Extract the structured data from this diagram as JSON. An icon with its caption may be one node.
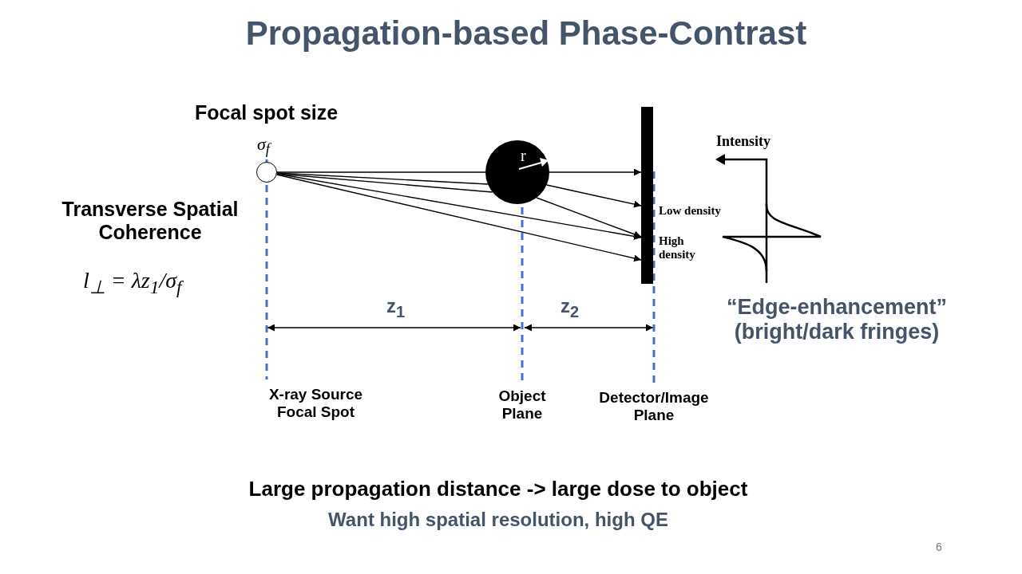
{
  "diagram": {
    "title": "Propagation-based Phase-Contrast",
    "nodes": [
      {
        "text": [],
        "shape": "circle",
        "beside": [
          "σ$_{f}$"
        ]
      },
      {
        "text": [
          "r"
        ]
      },
      {
        "text": [],
        "shape": "bar",
        "beside": [
          "Low density",
          "High density"
        ]
      },
      {
        "text": [
          "X-ray Source Focal Spot"
        ]
      },
      {
        "text": [
          "Object Plane"
        ]
      },
      {
        "text": [
          "Detector/Image Plane"
        ]
      }
    ],
    "edges": [
      {
        "from": 0,
        "to": 1,
        "arrow": "none"
      },
      {
        "from": 0,
        "to": 1,
        "arrow": "none"
      },
      {
        "from": 0,
        "to": 1,
        "arrow": "none"
      },
      {
        "from": 1,
        "to": 2,
        "arrow": "to"
      },
      {
        "from": 1,
        "to": 2,
        "arrow": "to"
      },
      {
        "from": 1,
        "to": 2,
        "arrow": "to"
      },
      {
        "from": 0,
        "to": 2,
        "arrow": "to"
      },
      {
        "from": 0,
        "to": 2,
        "arrow": "to"
      },
      {
        "from": 0,
        "to": 3,
        "arrow": "none",
        "style": "dashed",
        "color": "#4472c4"
      },
      {
        "from": 1,
        "to": 4,
        "arrow": "none",
        "style": "dashed",
        "color": "#4472c4"
      },
      {
        "from": 2,
        "to": 5,
        "arrow": "none",
        "style": "dashed",
        "color": "#4472c4"
      }
    ],
    "labels": [
      "Focal spot size",
      "Transverse Spatial Coherence",
      "l$_{⊥}$ = λz$_{1}$/σ$_{f}$",
      "z$_{1}$",
      "z$_{2}$",
      "Intensity",
      "“Edge-enhancement” (bright/dark fringes)",
      "Large propagation distance -> large dose to object",
      "Want high spatial resolution, high QE",
      "6"
    ]
  }
}
